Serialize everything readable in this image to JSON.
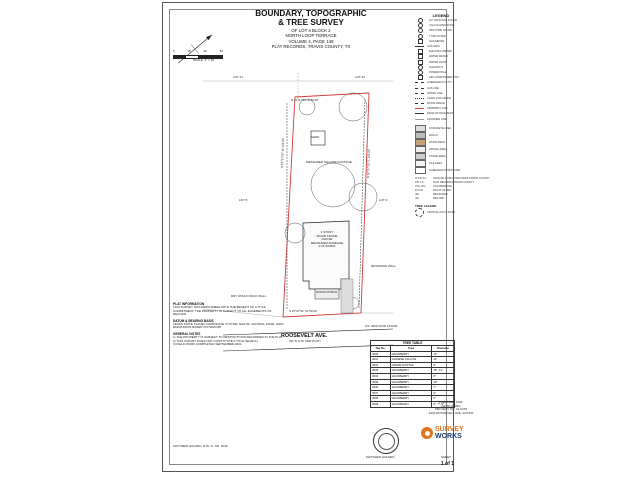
{
  "title": {
    "line1": "BOUNDARY, TOPOGRAPHIC",
    "line2": "& TREE SURVEY"
  },
  "subtitle": [
    "OF LOT 4 BLOCK 2",
    "NORTH LOOP TERRACE",
    "VOLUME 4, PAGE 148",
    "PLAT RECORDS, TRAVIS COUNTY, TX"
  ],
  "scale_label": "SCALE: 1\" = 30'",
  "scale_ticks": [
    "0",
    "15",
    "30",
    "60"
  ],
  "legend": {
    "title": "LEGEND",
    "items": [
      "1/2\" IRON ROD FOUND",
      "CALCULATED POINT",
      "IRON PIPE FOUND",
      "TYPE NOTED",
      "GAS METER",
      "GAS MAIN",
      "ELECTRIC METER",
      "WATER METER",
      "WATER VALVE",
      "CLEANOUT",
      "POWER POLE",
      "AIR CONDITIONER UNIT",
      "OVERHEAD UTILITY",
      "GAS LINE",
      "WATER LINE",
      "CHAIN LINK FENCE",
      "WOOD FENCE",
      "PROPERTY LINE",
      "EDGE OF PAVEMENT",
      "ADJOINER LINE"
    ],
    "areas": [
      "CONCRETE AREA",
      "WALLS",
      "WOOD DECK",
      "GRAVEL AREA",
      "STONE AREA",
      "TILE AREA",
      "OVERHEAD STRUCTURE"
    ],
    "abbrev": [
      "O.P.R.T.C.",
      "P.R.T.C.",
      "VOL./PG.",
      "R.O.W.",
      "(M)",
      "(R)"
    ],
    "abbrev_desc": [
      "OFFICIAL PUBLIC RECORDS TRAVIS COUNTY",
      "PLAT RECORDS TRAVIS COUNTY",
      "VOLUME/PAGE",
      "RIGHT OF WAY",
      "MEASURED",
      "RECORD"
    ],
    "tree_legend": "TREE LEGEND",
    "critical_root_zone": "CRITICAL ROOT ZONE"
  },
  "drawing": {
    "north_bearing": "N 27°27'31\" E 50.00'",
    "south_bearing": "S 27°27'31\" W 50.00'",
    "west_bearing": "N 62°37'29\" W 143.00'",
    "east_bearing": "S 62°37'29\" E 143.00'",
    "lot_left": "LOT 5",
    "lot_right": "LOT 3",
    "lot_top_left": "LOT 21",
    "lot_top_right": "LOT 22",
    "house_label": [
      "1 STORY",
      "WOOD FRAME",
      "HOUSE",
      "MEASURED ACREAGE",
      "0.16 ACRES"
    ],
    "shed_label": "SHED",
    "porch_label": "WOOD PORCH",
    "retaining_wall": "RETAINING WALL",
    "street_name": "ROOSEVELT AVE.",
    "street_row": "(50' R.O.W. PER PLAT)",
    "iron_rod_note": "1/2\" IRON ROD FOUND",
    "dry_stack": "DRY STACK ROCK WALL",
    "measured_area": "MEASURED SQUARE FOOTAGE"
  },
  "notes": {
    "plat_header": "PLAT INFORMATION",
    "plat_text": "THIS SURVEY WAS PERFORMED WITH THE BENEFIT OF A TITLE COMMITMENT; THE PROPERTY IS SUBJECT TO ALL EASEMENTS OF RECORD.",
    "datum_header": "DATUM & BEARING BASIS",
    "datum_text": "TEXAS STATE PLANE COORDINATE SYSTEM, NAD 83, CENTRAL ZONE, GRID. ELEVATIONS BASED ON NAVD 88.",
    "general_header": "GENERAL NOTES",
    "general_items": [
      "1) THE PROPERTY IS SUBJECT TO RESTRICTIONS RECORDED IN THE PLAT.",
      "2) THIS SURVEY DOES NOT CONSTITUTE A TITLE SEARCH.",
      "3) FIELD WORK COMPLETED SEPTEMBER 2021."
    ]
  },
  "tree_table": {
    "title": "TREE TABLE",
    "headers": [
      "Tag No.",
      "Type",
      "Diameter"
    ],
    "rows": [
      [
        "3000",
        "HACKBERRY",
        "15\""
      ],
      [
        "3001",
        "CHINESE TALLOW",
        "12\""
      ],
      [
        "3002",
        "CRAPE MYRTLE",
        "9\""
      ],
      [
        "3003",
        "HACKBERRY",
        "18\", 11\""
      ],
      [
        "3004",
        "HACKBERRY",
        "8\""
      ],
      [
        "3005",
        "HACKBERRY",
        "10\""
      ],
      [
        "3006",
        "HACKBERRY",
        "7\""
      ],
      [
        "3007",
        "HACKBERRY",
        "9\""
      ],
      [
        "3008",
        "HACKBERRY",
        "6\""
      ],
      [
        "3009",
        "HACKBERRY",
        "8\", 7\", 6\""
      ]
    ]
  },
  "firm": {
    "name_a": "SURVEY",
    "name_b": "WORKS",
    "client_label": "PREPARED FOR:",
    "client": "KEVIN WANG",
    "project": "PROJECT NO. 21-0278",
    "address": "4303 ROOSEVELT AVE. AUSTIN",
    "sheet": "SHEET",
    "sheet_no": "1 of 1"
  },
  "surveyor": {
    "seal_name": "MATTHEW GOLDEN",
    "signature_line": "MATTHEW GOLDEN, R.P.L.S. NO. 6040"
  },
  "colors": {
    "property_line": "#d23c3c",
    "brand_orange": "#e2731e",
    "brand_blue": "#1b3a6b"
  }
}
